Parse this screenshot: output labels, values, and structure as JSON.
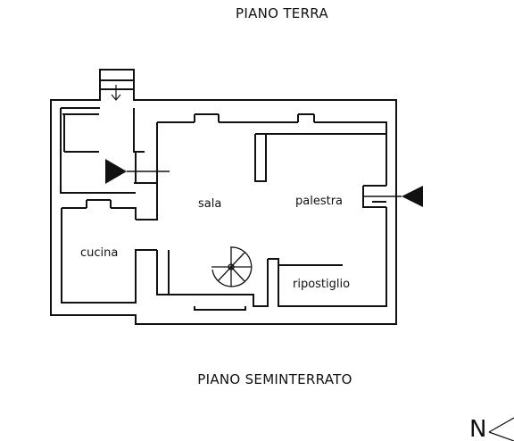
{
  "titles": {
    "ground_floor": "PIANO TERRA",
    "basement": "PIANO SEMINTERRATO"
  },
  "rooms": {
    "sala": "sala",
    "palestra": "palestra",
    "cucina": "cucina",
    "ripostiglio": "ripostiglio"
  },
  "compass": {
    "north": "N"
  },
  "colors": {
    "wall": "#111111",
    "background": "#ffffff"
  }
}
